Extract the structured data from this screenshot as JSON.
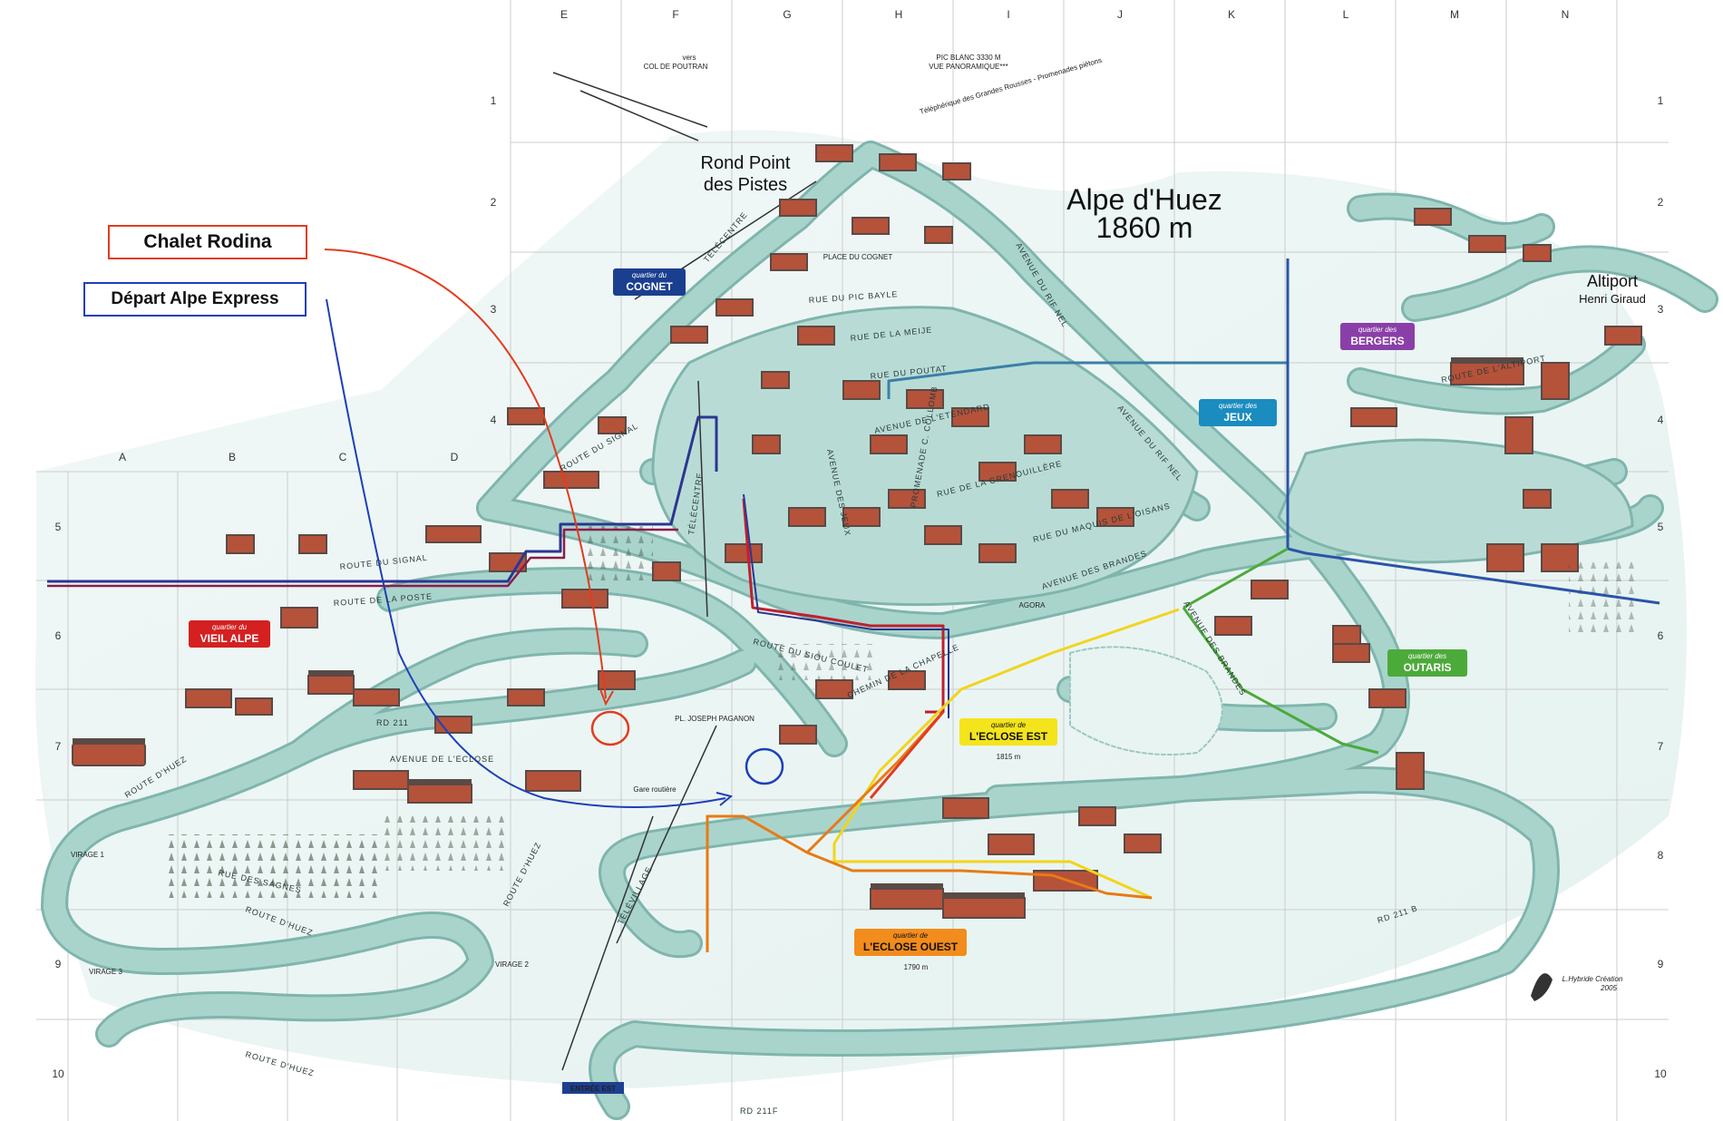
{
  "map": {
    "title_line1": "Alpe d'Huez",
    "title_line2": "1860 m",
    "credit": "L.Hybride Création",
    "credit_year": "2005"
  },
  "grid": {
    "columns_top": [
      "E",
      "F",
      "G",
      "H",
      "I",
      "J",
      "K",
      "L",
      "M",
      "N"
    ],
    "columns_left": [
      "A",
      "B",
      "C",
      "D"
    ],
    "rows": [
      "1",
      "2",
      "3",
      "4",
      "5",
      "6",
      "7",
      "8",
      "9",
      "10"
    ]
  },
  "callouts": {
    "chalet": "Chalet Rodina",
    "depart": "Départ Alpe Express"
  },
  "places": {
    "rond_point_1": "Rond Point",
    "rond_point_2": "des Pistes",
    "altiport": "Altiport",
    "altiport_sub": "Henri Giraud",
    "pic_blanc_1": "PIC BLANC 3330 M",
    "pic_blanc_2": "VUE PANORAMIQUE***",
    "col_poutran_1": "vers",
    "col_poutran_2": "COL DE POUTRAN",
    "telepherique": "Téléphérique des Grandes Rousses - Promenades piétons",
    "eclose_est_alt": "1815 m",
    "eclose_ouest_alt": "1790 m",
    "entree_est": "ENTRÉE EST",
    "gare_routiere": "Gare routière",
    "agora": "AGORA",
    "place_cognet": "PLACE DU COGNET",
    "place_paganon": "PL. JOSEPH PAGANON",
    "virage_1": "VIRAGE 1",
    "virage_2": "VIRAGE 2",
    "virage_3": "VIRAGE 3"
  },
  "quartiers": [
    {
      "top": "quartier du",
      "name": "COGNET",
      "color": "#1b3f8f",
      "text": "#ffffff"
    },
    {
      "top": "quartier du",
      "name": "VIEIL ALPE",
      "color": "#d42020",
      "text": "#ffffff"
    },
    {
      "top": "quartier des",
      "name": "JEUX",
      "color": "#1a8cc0",
      "text": "#ffffff"
    },
    {
      "top": "quartier des",
      "name": "BERGERS",
      "color": "#8a3fa8",
      "text": "#ffffff"
    },
    {
      "top": "quartier des",
      "name": "OUTARIS",
      "color": "#4caa3a",
      "text": "#ffffff"
    },
    {
      "top": "quartier de",
      "name": "L'ECLOSE EST",
      "color": "#f4e41c",
      "text": "#111111"
    },
    {
      "top": "quartier de",
      "name": "L'ECLOSE OUEST",
      "color": "#f28c1c",
      "text": "#111111"
    }
  ],
  "roads": {
    "route_signal": "ROUTE DU SIGNAL",
    "route_poste": "ROUTE DE LA POSTE",
    "route_huez": "ROUTE D'HUEZ",
    "avenue_eclose": "AVENUE DE L'ECLOSE",
    "rue_sagnes": "RUE DES SAGNES",
    "avenue_rif_nel": "AVENUE DU RIF NEL",
    "avenue_etendard": "AVENUE DE L'ETENDARD",
    "avenue_jeux": "AVENUE DES JEUX",
    "avenue_brandes": "AVENUE DES BRANDES",
    "route_altiport": "ROUTE DE L'ALTIPORT",
    "rue_meije": "RUE DE LA MEIJE",
    "rue_grenouillere": "RUE DE LA GRENOUILLÈRE",
    "rue_maquis": "RUE DU MAQUIS DE L'OISANS",
    "chemin_chapelle": "CHEMIN DE LA CHAPELLE",
    "route_sioux": "ROUTE DU SIOU COULET",
    "route_pic_bayle": "RUE DU PIC BAYLE",
    "rue_poutat": "RUE DU POUTAT",
    "promenade": "PROMENADE C. COLLOMB",
    "telecentre": "TÉLÉCENTRE",
    "televillage": "TÉLÉVILLAGE",
    "rd211": "RD 211",
    "rd211b": "RD 211 B",
    "rd211f": "RD 211F"
  },
  "colors": {
    "snow": "#ffffff",
    "road": "#a9d4cc",
    "road_edge": "#7fb5ad",
    "building_roof": "#5a4a46",
    "building_wall": "#b5523a",
    "grid": "#c8c8c8",
    "line_red": "#e33b1e",
    "line_blue": "#1d3fb8",
    "line_navy": "#2c3592",
    "line_maroon": "#8a1d4a",
    "line_teal": "#3a7fa8",
    "line_green": "#4caa3a",
    "line_yellow": "#f2d41c",
    "line_orange": "#e87a14"
  }
}
